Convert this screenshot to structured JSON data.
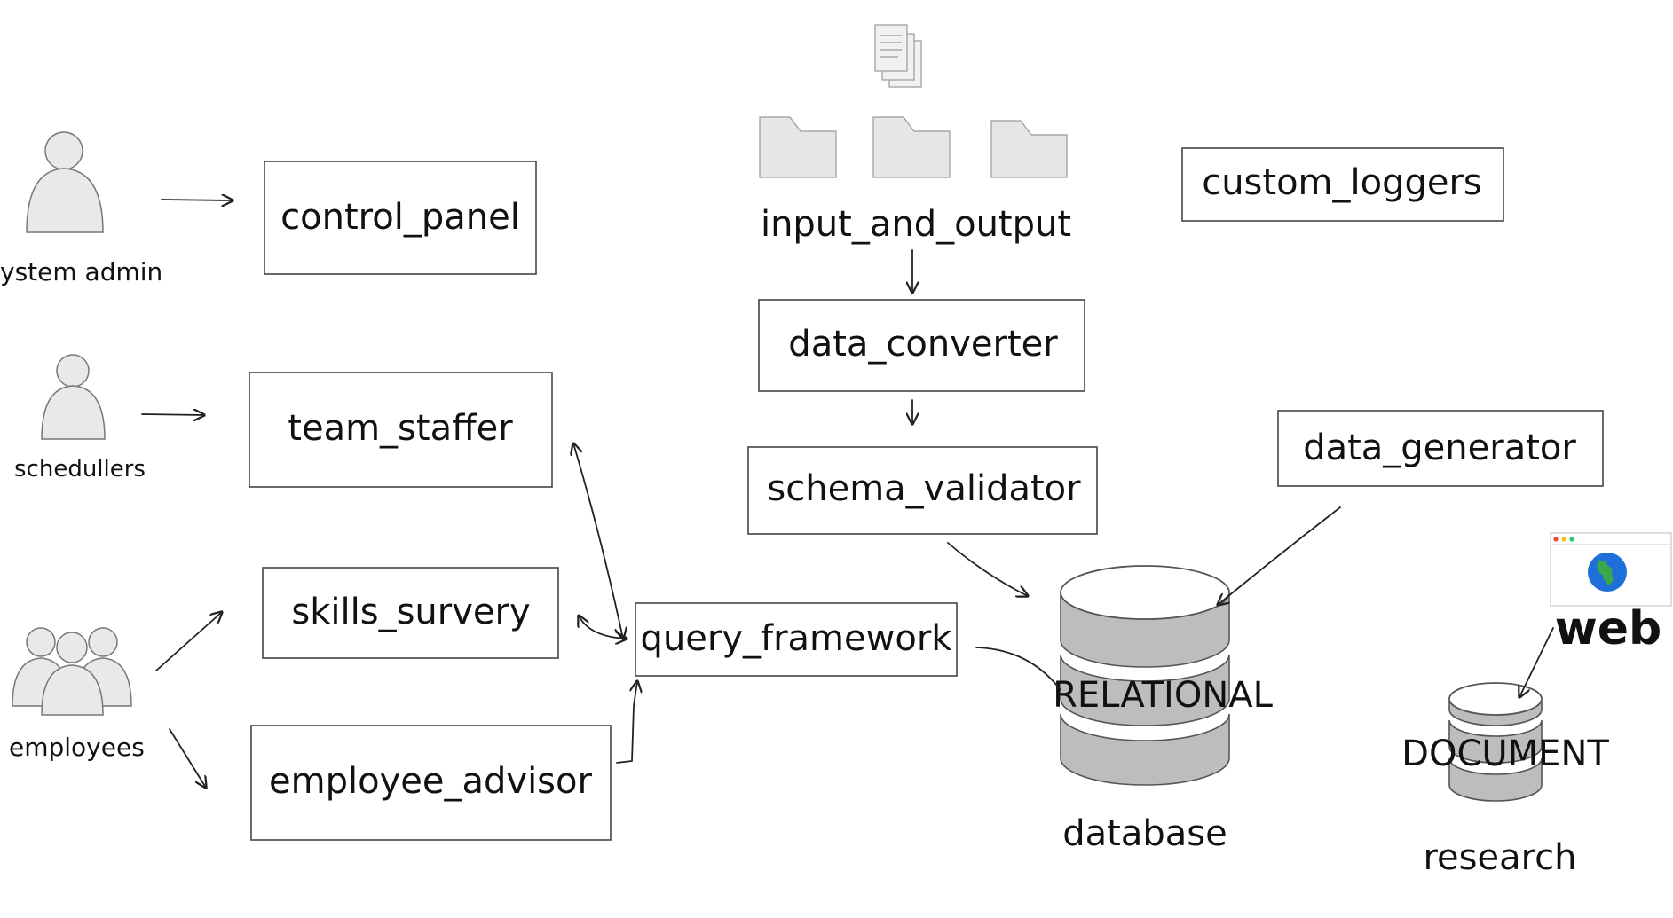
{
  "components": {
    "control_panel": "control_panel",
    "team_staffer": "team_staffer",
    "skills_survery": "skills_survery",
    "employee_advisor": "employee_advisor",
    "query_framework": "query_framework",
    "input_and_output": "input_and_output",
    "data_converter": "data_converter",
    "schema_validator": "schema_validator",
    "custom_loggers": "custom_loggers",
    "data_generator": "data_generator"
  },
  "actors": {
    "system_admin": "ystem admin",
    "schedullers": "schedullers",
    "employees": "employees"
  },
  "databases": {
    "relational_label": "RELATIONAL",
    "relational_caption": "database",
    "document_label": "DOCUMENT",
    "document_caption": "research"
  },
  "web": {
    "label": "web"
  },
  "colors": {
    "stroke": "#444444",
    "icon_fill": "#e9e9ea",
    "db_fill": "#bdbdbe",
    "globe_blue": "#1e6fd9",
    "globe_green": "#3aa84a"
  },
  "icons": [
    "user-icon",
    "users-group-icon",
    "folder-icon",
    "documents-icon",
    "database-icon",
    "browser-globe-icon"
  ]
}
